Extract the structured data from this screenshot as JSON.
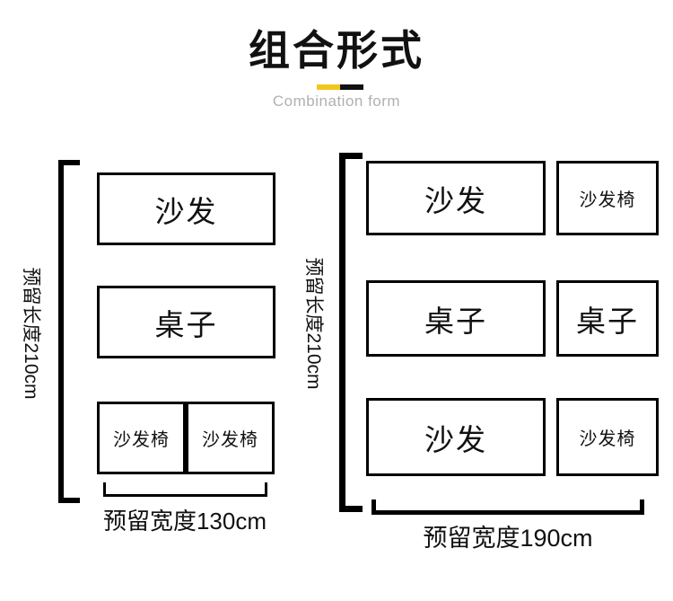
{
  "header": {
    "title": "组合形式",
    "subtitle": "Combination form"
  },
  "colors": {
    "accent_yellow": "#F2C71D",
    "ink_black": "#111111",
    "subtitle_gray": "#B0B0B0"
  },
  "left_diagram": {
    "length_label": "预留长度210cm",
    "width_label": "预留宽度130cm",
    "rows": [
      {
        "boxes": [
          {
            "label": "沙发"
          }
        ]
      },
      {
        "boxes": [
          {
            "label": "桌子"
          }
        ]
      },
      {
        "boxes": [
          {
            "label": "沙发椅"
          },
          {
            "label": "沙发椅"
          }
        ]
      }
    ]
  },
  "right_diagram": {
    "length_label": "预留长度210cm",
    "width_label": "预留宽度190cm",
    "rows": [
      {
        "boxes": [
          {
            "label": "沙发"
          },
          {
            "label": "沙发椅"
          }
        ]
      },
      {
        "boxes": [
          {
            "label": "桌子"
          },
          {
            "label": "桌子"
          }
        ]
      },
      {
        "boxes": [
          {
            "label": "沙发"
          },
          {
            "label": "沙发椅"
          }
        ]
      }
    ]
  }
}
